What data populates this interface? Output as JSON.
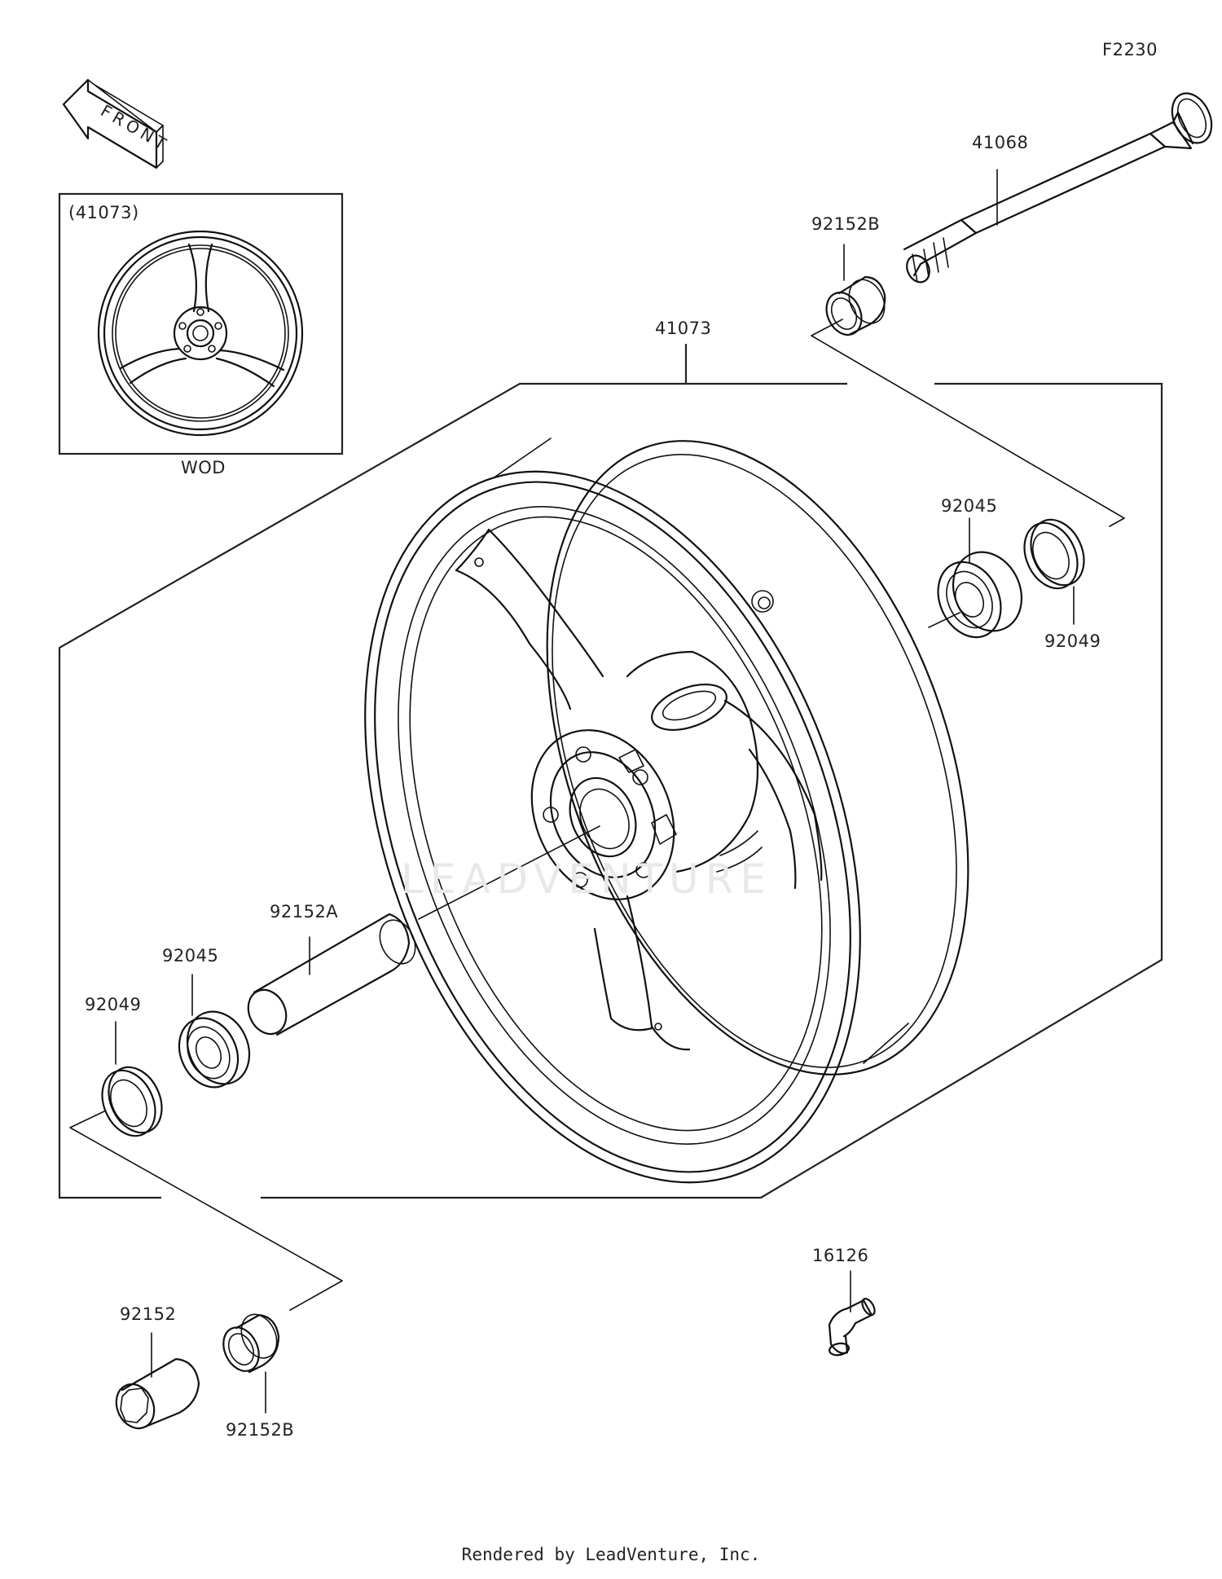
{
  "diagram": {
    "code": "F2230",
    "front_label": "FRONT",
    "inset": {
      "part_number": "(41073)",
      "caption": "WOD"
    },
    "watermark": "LEADVENTURE",
    "parts": [
      {
        "id": "p41068",
        "number": "41068"
      },
      {
        "id": "p92152b_top",
        "number": "92152B"
      },
      {
        "id": "p41073",
        "number": "41073"
      },
      {
        "id": "p92045_right",
        "number": "92045"
      },
      {
        "id": "p92049_right",
        "number": "92049"
      },
      {
        "id": "p92152a",
        "number": "92152A"
      },
      {
        "id": "p92045_left",
        "number": "92045"
      },
      {
        "id": "p92049_left",
        "number": "92049"
      },
      {
        "id": "p16126",
        "number": "16126"
      },
      {
        "id": "p92152",
        "number": "92152"
      },
      {
        "id": "p92152b_bottom",
        "number": "92152B"
      }
    ]
  },
  "footer": {
    "text": "Rendered by LeadVenture, Inc."
  }
}
